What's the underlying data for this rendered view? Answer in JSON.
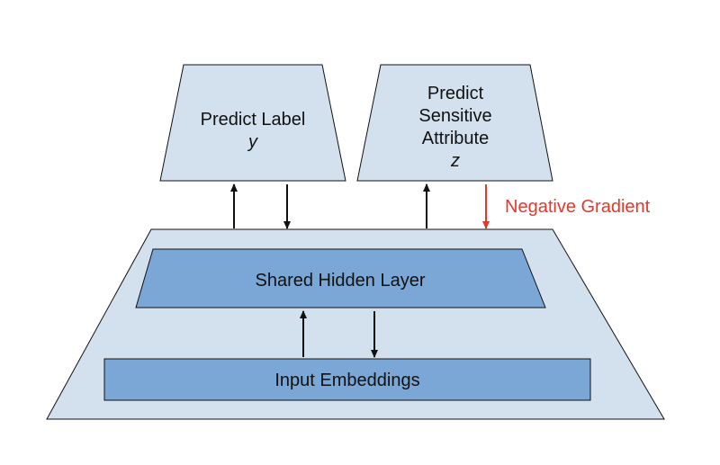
{
  "colors": {
    "outer_fill": "#d3e1ef",
    "inner_fill": "#7ba7d7",
    "stroke": "#111111",
    "arrow": "#111111",
    "negative_arrow": "#e03a2e",
    "negative_text": "#e03a2e"
  },
  "nodes": {
    "predict_label": {
      "line1": "Predict Label",
      "line2": "y"
    },
    "predict_sensitive": {
      "line1": "Predict",
      "line2": "Sensitive",
      "line3": "Attribute",
      "line4": "z"
    },
    "shared_hidden": {
      "label": "Shared Hidden Layer"
    },
    "input_embeddings": {
      "label": "Input Embeddings"
    }
  },
  "annotations": {
    "negative_gradient": "Negative Gradient"
  },
  "arrows": [
    {
      "from": "shared-hidden-layer",
      "to": "predict-label-head"
    },
    {
      "from": "predict-label-head",
      "to": "shared-hidden-layer"
    },
    {
      "from": "shared-hidden-layer",
      "to": "predict-sensitive-head"
    },
    {
      "from": "predict-sensitive-head",
      "to": "shared-hidden-layer",
      "type": "negative-gradient"
    },
    {
      "from": "input-embeddings",
      "to": "shared-hidden-layer"
    },
    {
      "from": "shared-hidden-layer",
      "to": "input-embeddings"
    }
  ]
}
